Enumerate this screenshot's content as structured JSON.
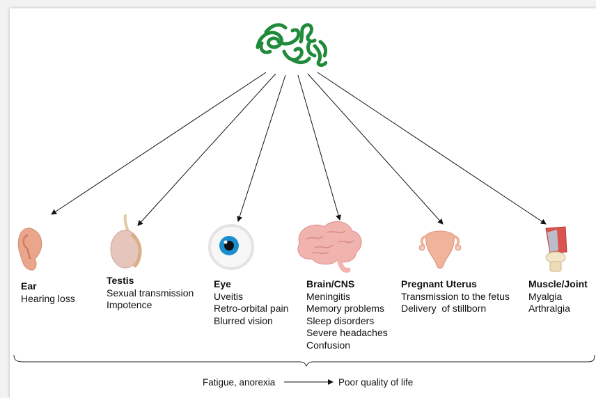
{
  "organs": [
    {
      "name": "Ear",
      "symptoms": [
        "Hearing loss"
      ]
    },
    {
      "name": "Testis",
      "symptoms": [
        "Sexual transmission",
        "Impotence"
      ]
    },
    {
      "name": "Eye",
      "symptoms": [
        "Uveitis",
        "Retro-orbital pain",
        "Blurred vision"
      ]
    },
    {
      "name": "Brain/CNS",
      "symptoms": [
        "Meningitis",
        "Memory problems",
        "Sleep disorders",
        "Severe headaches",
        "Confusion"
      ]
    },
    {
      "name": "Pregnant Uterus",
      "symptoms": [
        "Transmission to the fetus",
        "Delivery  of stillborn"
      ]
    },
    {
      "name": "Muscle/Joint",
      "symptoms": [
        "Myalgia",
        "Arthralgia"
      ]
    }
  ],
  "bottom": {
    "left": "Fatigue, anorexia",
    "right": "Poor quality of life"
  },
  "colors": {
    "virus": "#1f8a3a",
    "ear": "#eaa68a",
    "testis": "#e2c0b6",
    "iris": "#1a8fd0",
    "brain": "#f1b3ae",
    "uterus": "#f2b39b",
    "muscle": "#d9534f"
  }
}
